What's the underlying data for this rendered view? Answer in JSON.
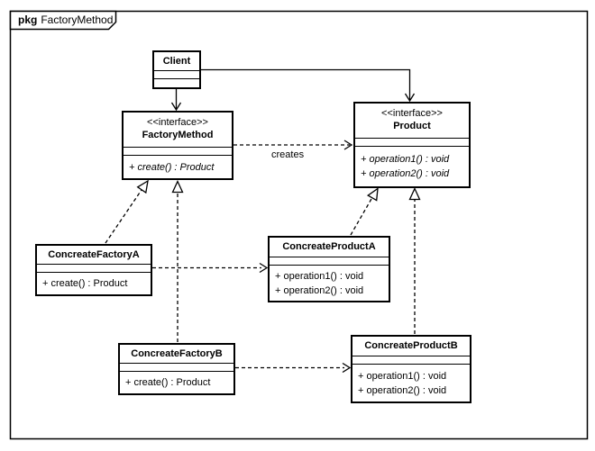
{
  "package": {
    "keyword": "pkg",
    "name": "FactoryMethod"
  },
  "colors": {
    "line": "#000000",
    "fill": "#ffffff",
    "background": "#ffffff"
  },
  "classes": [
    {
      "name": "Client",
      "stereotype": "",
      "operations": []
    },
    {
      "name": "FactoryMethod",
      "stereotype": "<<interface>>",
      "operations": [
        "+ create() : Product"
      ]
    },
    {
      "name": "Product",
      "stereotype": "<<interface>>",
      "operations": [
        "+ operation1() : void",
        "+ operation2() : void"
      ]
    },
    {
      "name": "ConcreateFactoryA",
      "stereotype": "",
      "operations": [
        "+ create() : Product"
      ]
    },
    {
      "name": "ConcreateProductA",
      "stereotype": "",
      "operations": [
        "+ operation1() : void",
        "+ operation2() : void"
      ]
    },
    {
      "name": "ConcreateFactoryB",
      "stereotype": "",
      "operations": [
        "+ create() : Product"
      ]
    },
    {
      "name": "ConcreateProductB",
      "stereotype": "",
      "operations": [
        "+ operation1() : void",
        "+ operation2() : void"
      ]
    }
  ],
  "edges": {
    "creates_label": "creates",
    "relationships": [
      {
        "from": "Client",
        "to": "FactoryMethod",
        "type": "directed-association"
      },
      {
        "from": "Client",
        "to": "Product",
        "type": "directed-association"
      },
      {
        "from": "FactoryMethod",
        "to": "Product",
        "type": "dependency",
        "label": "creates"
      },
      {
        "from": "ConcreateFactoryA",
        "to": "FactoryMethod",
        "type": "realization"
      },
      {
        "from": "ConcreateFactoryB",
        "to": "FactoryMethod",
        "type": "realization"
      },
      {
        "from": "ConcreateProductA",
        "to": "Product",
        "type": "realization"
      },
      {
        "from": "ConcreateProductB",
        "to": "Product",
        "type": "realization"
      },
      {
        "from": "ConcreateFactoryA",
        "to": "ConcreateProductA",
        "type": "dependency"
      },
      {
        "from": "ConcreateFactoryB",
        "to": "ConcreateProductB",
        "type": "dependency"
      }
    ]
  }
}
